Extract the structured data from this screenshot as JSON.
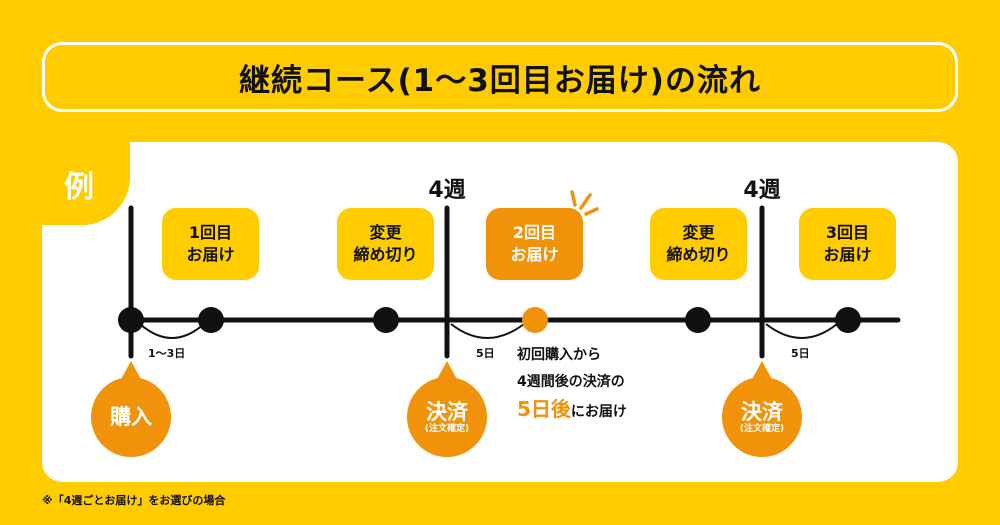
{
  "title": "継続コース(1～3回目お届け)の流れ",
  "example_tab": "例",
  "week_labels": [
    "4週",
    "4週"
  ],
  "bubbles": [
    {
      "line1": "1回目",
      "line2": "お届け"
    },
    {
      "line1": "変更",
      "line2": "締め切り"
    },
    {
      "line1": "2回目",
      "line2": "お届け"
    },
    {
      "line1": "変更",
      "line2": "締め切り"
    },
    {
      "line1": "3回目",
      "line2": "お届け"
    }
  ],
  "intervals": [
    "1～3日",
    "5日",
    "5日"
  ],
  "events": [
    {
      "label": "購入",
      "sub": ""
    },
    {
      "label": "決済",
      "sub": "(注文確定)"
    },
    {
      "label": "決済",
      "sub": "(注文確定)"
    }
  ],
  "note": {
    "line1": "初回購入から",
    "line2": "4週間後の決済の",
    "highlight": "5日後",
    "line3_rest": "にお届け"
  },
  "footnote": "※「4週ごとお届け」をお選びの場合",
  "colors": {
    "background": "#FFCC00",
    "accent": "#F0920A",
    "panel": "#FFFFFF"
  }
}
